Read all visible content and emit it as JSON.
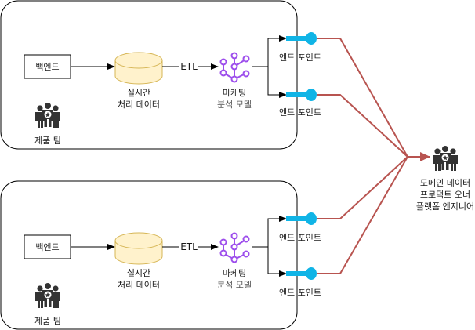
{
  "colors": {
    "line": "#000000",
    "db_fill": "#fff2cc",
    "db_stroke": "#d6b656",
    "ml_icon": "#9d4eec",
    "endpoint": "#10b4e6",
    "connector": "#b85450",
    "people": "#333333"
  },
  "groups": [
    {
      "team_label": "제품 팀",
      "backend_label": "백엔드",
      "db_label_line1": "실시간",
      "db_label_line2": "처리 데이터",
      "etl_label": "ETL",
      "model_label_line1": "마케팅",
      "model_label_line2": "분석 모델",
      "endpoints": [
        "엔드 포인트",
        "엔드 포인트"
      ]
    },
    {
      "team_label": "제품 팀",
      "backend_label": "백엔드",
      "db_label_line1": "실시간",
      "db_label_line2": "처리 데이터",
      "etl_label": "ETL",
      "model_label_line1": "마케팅",
      "model_label_line2": "분석 모델",
      "endpoints": [
        "엔드 포인트",
        "엔드 포인트"
      ]
    }
  ],
  "consumer": {
    "line1": "도메인 데이터",
    "line2": "프로덕트 오너",
    "line3": "플랫폼 엔지니어"
  }
}
